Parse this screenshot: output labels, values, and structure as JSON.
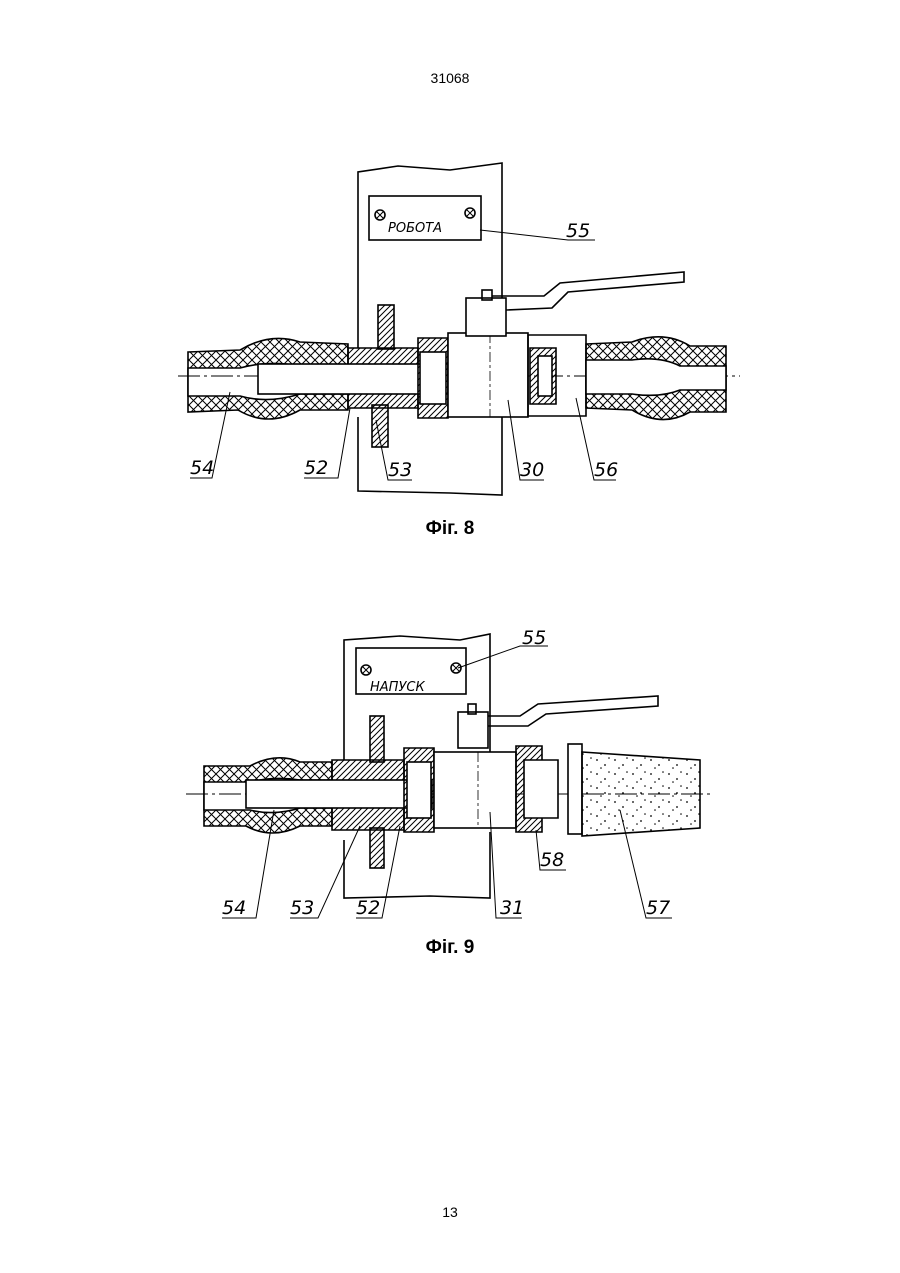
{
  "header": {
    "doc_number": "31068"
  },
  "footer": {
    "page_number": "13"
  },
  "figure8": {
    "caption": "Фіг. 8",
    "plate_text": "РОБОТА",
    "labels": {
      "l55": "55",
      "l54": "54",
      "l52": "52",
      "l53": "53",
      "l30": "30",
      "l56": "56"
    }
  },
  "figure9": {
    "caption": "Фіг. 9",
    "plate_text": "НАПУСК",
    "labels": {
      "l55": "55",
      "l54": "54",
      "l53": "53",
      "l52": "52",
      "l31": "31",
      "l58": "58",
      "l57": "57"
    }
  }
}
